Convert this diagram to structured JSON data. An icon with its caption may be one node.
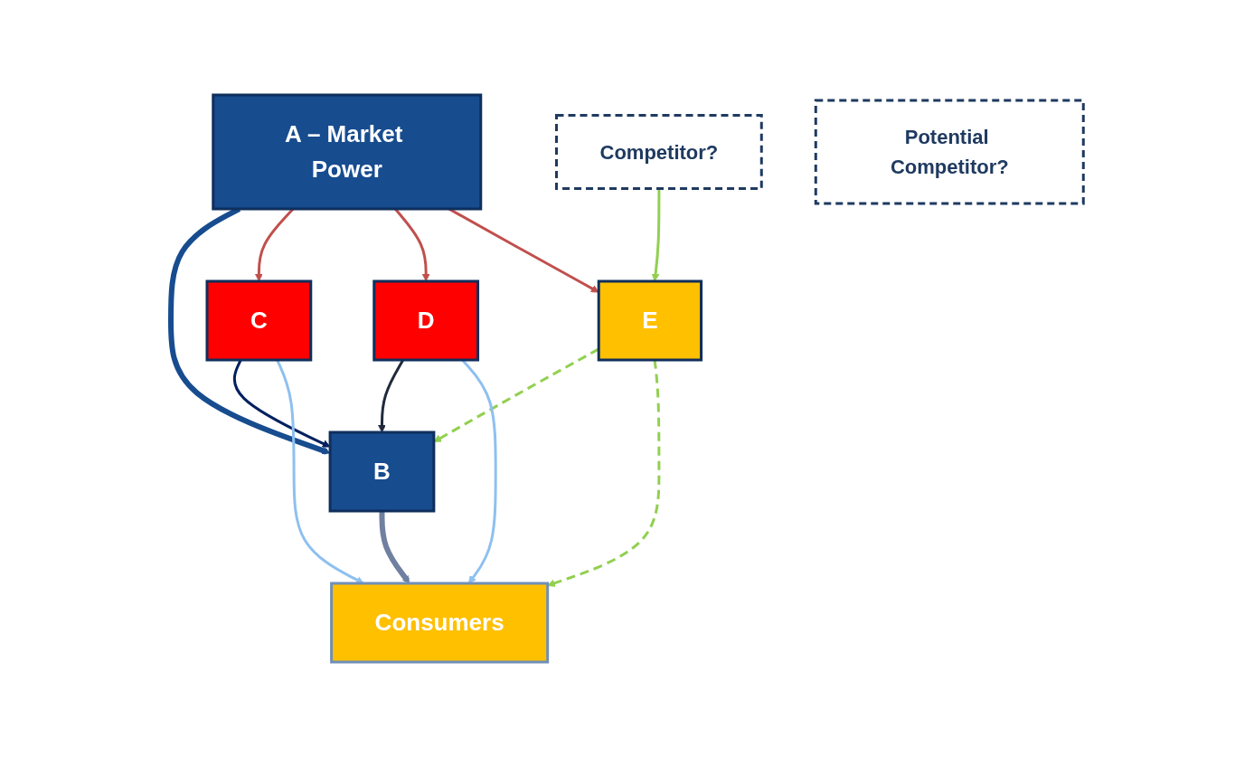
{
  "diagram": {
    "nodes": [
      {
        "text": [
          "A – Market Power"
        ]
      },
      {
        "text": [
          "Competitor?"
        ]
      },
      {
        "text": [
          "Potential Competitor?"
        ]
      },
      {
        "text": [
          "B"
        ]
      },
      {
        "text": [
          "C"
        ]
      },
      {
        "text": [
          "D"
        ]
      },
      {
        "text": [
          "E"
        ]
      },
      {
        "text": [
          "Consumers"
        ]
      }
    ],
    "edges": [
      {
        "from": 0,
        "to": 3,
        "arrow": "to",
        "style": "thick",
        "color": "#174c8f"
      },
      {
        "from": 0,
        "to": 4,
        "arrow": "to",
        "color": "#c0504d"
      },
      {
        "from": 0,
        "to": 5,
        "arrow": "to",
        "color": "#c0504d"
      },
      {
        "from": 0,
        "to": 6,
        "arrow": "to",
        "color": "#c0504d"
      },
      {
        "from": 1,
        "to": 6,
        "arrow": "to",
        "color": "#92d050"
      },
      {
        "from": 6,
        "to": 3,
        "arrow": "to",
        "style": "dashed",
        "color": "#92d050"
      },
      {
        "from": 5,
        "to": 3,
        "arrow": "to",
        "color": "#1f2a3c"
      },
      {
        "from": 4,
        "to": 3,
        "arrow": "to",
        "color": "#002060"
      },
      {
        "from": 3,
        "to": 7,
        "arrow": "to",
        "style": "thick",
        "color": "#7080a0"
      },
      {
        "from": 4,
        "to": 7,
        "arrow": "to",
        "color": "#8ec0f0"
      },
      {
        "from": 5,
        "to": 7,
        "arrow": "to",
        "color": "#8ec0f0"
      },
      {
        "from": 6,
        "to": 7,
        "arrow": "to",
        "style": "dashed",
        "color": "#92d050"
      }
    ]
  }
}
